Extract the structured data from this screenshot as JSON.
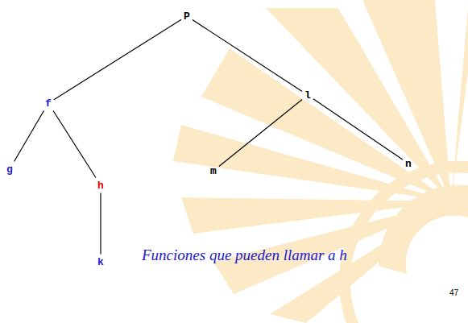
{
  "diagram": {
    "caption": "Funciones que pueden llamar a h",
    "nodes": [
      {
        "text": [
          "P"
        ]
      },
      {
        "text": [
          "f"
        ]
      },
      {
        "text": [
          "l"
        ]
      },
      {
        "text": [
          "g"
        ]
      },
      {
        "text": [
          "h"
        ]
      },
      {
        "text": [
          "m"
        ]
      },
      {
        "text": [
          "n"
        ]
      },
      {
        "text": [
          "k"
        ]
      }
    ],
    "edges": [
      {
        "from": 0,
        "to": 1,
        "arrow": "none"
      },
      {
        "from": 0,
        "to": 2,
        "arrow": "none"
      },
      {
        "from": 1,
        "to": 3,
        "arrow": "none"
      },
      {
        "from": 1,
        "to": 4,
        "arrow": "none"
      },
      {
        "from": 2,
        "to": 5,
        "arrow": "none"
      },
      {
        "from": 2,
        "to": 6,
        "arrow": "none"
      },
      {
        "from": 4,
        "to": 7,
        "arrow": "none"
      }
    ],
    "labels": [
      "47"
    ]
  }
}
